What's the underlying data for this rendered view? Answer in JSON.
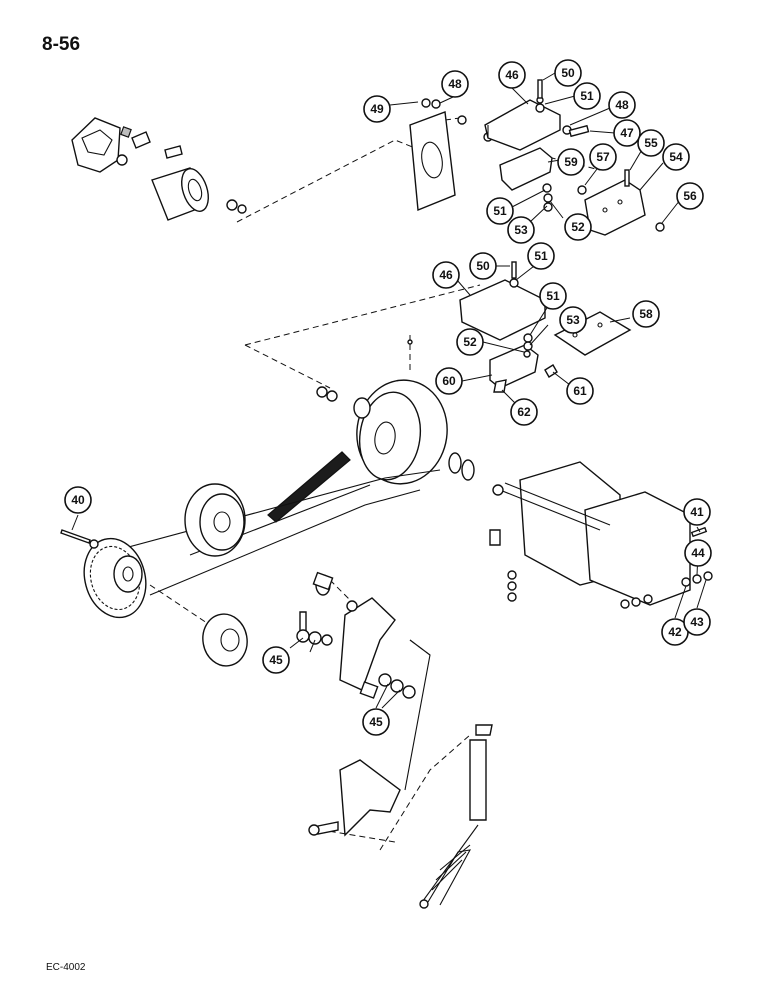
{
  "page": {
    "number": "8-56",
    "doc_code": "EC-4002"
  },
  "callouts": [
    {
      "id": "c40",
      "label": "40"
    },
    {
      "id": "c41",
      "label": "41"
    },
    {
      "id": "c42",
      "label": "42"
    },
    {
      "id": "c43",
      "label": "43"
    },
    {
      "id": "c44",
      "label": "44"
    },
    {
      "id": "c45a",
      "label": "45"
    },
    {
      "id": "c45b",
      "label": "45"
    },
    {
      "id": "c46a",
      "label": "46"
    },
    {
      "id": "c46b",
      "label": "46"
    },
    {
      "id": "c47",
      "label": "47"
    },
    {
      "id": "c48a",
      "label": "48"
    },
    {
      "id": "c48b",
      "label": "48"
    },
    {
      "id": "c49",
      "label": "49"
    },
    {
      "id": "c50a",
      "label": "50"
    },
    {
      "id": "c50b",
      "label": "50"
    },
    {
      "id": "c51a",
      "label": "51"
    },
    {
      "id": "c51b",
      "label": "51"
    },
    {
      "id": "c51c",
      "label": "51"
    },
    {
      "id": "c51d",
      "label": "51"
    },
    {
      "id": "c52a",
      "label": "52"
    },
    {
      "id": "c52b",
      "label": "52"
    },
    {
      "id": "c53a",
      "label": "53"
    },
    {
      "id": "c53b",
      "label": "53"
    },
    {
      "id": "c54",
      "label": "54"
    },
    {
      "id": "c55",
      "label": "55"
    },
    {
      "id": "c56",
      "label": "56"
    },
    {
      "id": "c57",
      "label": "57"
    },
    {
      "id": "c58",
      "label": "58"
    },
    {
      "id": "c59",
      "label": "59"
    },
    {
      "id": "c60",
      "label": "60"
    },
    {
      "id": "c61",
      "label": "61"
    },
    {
      "id": "c62",
      "label": "62"
    }
  ]
}
